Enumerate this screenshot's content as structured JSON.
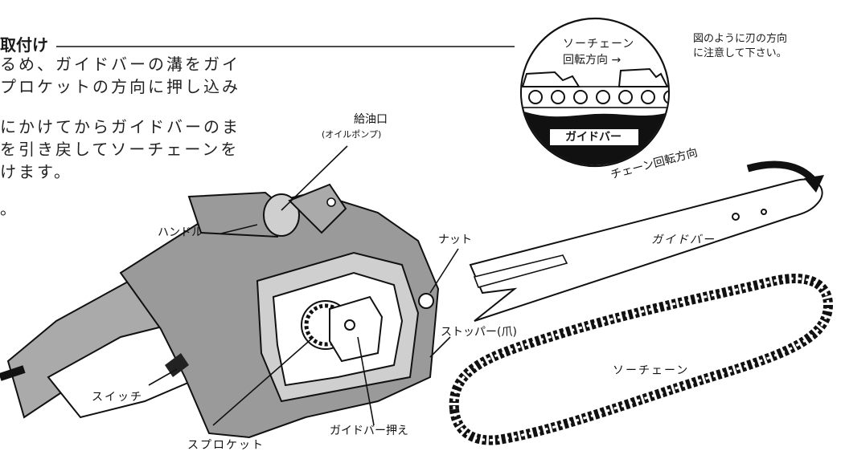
{
  "section": {
    "heading": "取付け",
    "text_lines": [
      "るめ、ガイドバーの溝をガイ",
      "プロケットの方向に押し込み",
      "にかけてからガイドバーのま",
      "を引き戻してソーチェーンを",
      "けます。",
      "。"
    ]
  },
  "inset": {
    "chain_label": "ソーチェーン",
    "direction_label": "回転方向 →",
    "bar_label": "ガイドバー"
  },
  "note": {
    "lines": [
      "図のように刃の方向",
      "に注意して下さい。"
    ]
  },
  "labels": {
    "oil_port": "給油口",
    "oil_pump": "(オイルポンプ)",
    "handle": "ハンドル",
    "nut": "ナット",
    "chain_direction": "チェーン回転方向",
    "guide_bar": "ガイドバー",
    "stopper": "ストッパー(爪)",
    "saw_chain": "ソーチェーン",
    "switch": "スイッチ",
    "sprocket": "スプロケット",
    "bar_clamp": "ガイドバー押え"
  }
}
